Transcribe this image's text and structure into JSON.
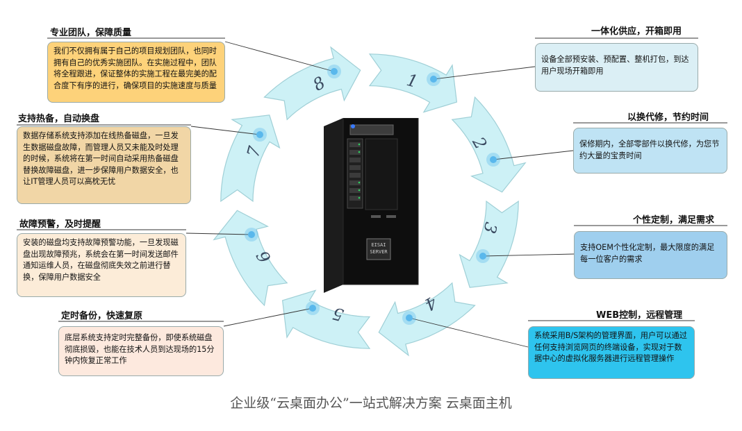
{
  "features": [
    {
      "num": "1",
      "title": "一体化供应，开箱即用",
      "text": "设备全部预安装、预配置、整机打包，到达用户现场开箱即用",
      "color": "#dbeff5"
    },
    {
      "num": "2",
      "title": "以换代修，节约时间",
      "text": "保修期内，全部零部件以换代修，为您节约大量的宝贵时间",
      "color": "#bfe3f4"
    },
    {
      "num": "3",
      "title": "个性定制，满足需求",
      "text": "支持OEM个性化定制，最大限度的满足每一位客户的需求",
      "color": "#9fcfee"
    },
    {
      "num": "4",
      "title": "WEB控制，远程管理",
      "text": "系统采用B/S架构的管理界面，用户可以通过任何支持浏览网页的终端设备，实现对于数据中心的虚拟化服务器进行远程管理操作",
      "color": "#2ec4ee"
    },
    {
      "num": "5",
      "title": "定时备份，快速复原",
      "text": "底层系统支持定时完整备份，即使系统磁盘彻底损毁，也能在技术人员到达现场的15分钟内恢复正常工作",
      "color": "#fde9de"
    },
    {
      "num": "6",
      "title": "故障预警，及时提醒",
      "text": "安装的磁盘均支持故障预警功能，一旦发现磁盘出现故障预兆，系统会在第一时间发送邮件通知运维人员，在磁盘彻底失效之前进行替换，保障用户数据安全",
      "color": "#fcecd8"
    },
    {
      "num": "7",
      "title": "支持热备，自动换盘",
      "text": "数据存储系统支持添加在线热备磁盘，一旦发生数据磁盘故障，而管理人员又未能及时处理的时候，系统将在第一时间自动采用热备磁盘替换故障磁盘，进一步保障用户数据安全，也让IT管理人员可以高枕无忧",
      "color": "#f1d6a6"
    },
    {
      "num": "8",
      "title": "专业团队，保障质量",
      "text": "我们不仅拥有属于自己的项目规划团队，也同时拥有自己的优秀实施团队。在实施过程中，团队将全程跟进，保证整体的实施工程在最完美的配合度下有序的进行，确保项目的实施速度与质量",
      "color": "#fdd27a"
    }
  ],
  "server_badge": "EISAI SERVER",
  "footer": "企业级“云桌面办公”一站式解决方案  云桌面主机",
  "colors": {
    "arrow": "#cdf1f6",
    "arrow_stroke": "#9fcfd6",
    "dot": "#5ab8ec",
    "line": "#333333"
  }
}
